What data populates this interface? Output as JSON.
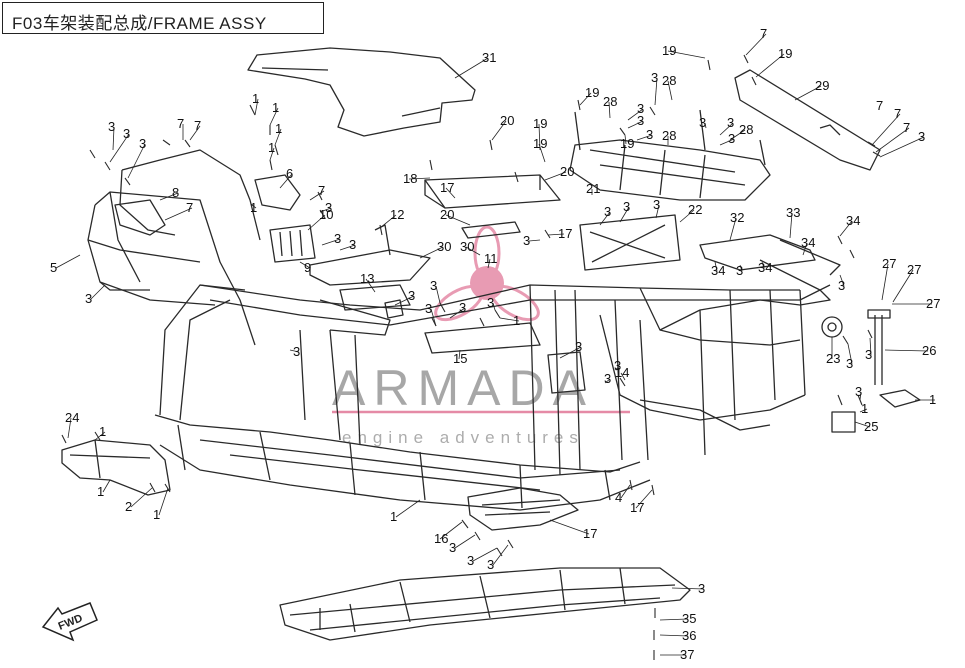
{
  "title": "F03车架装配总成/FRAME ASSY",
  "watermark": {
    "brand": "ARMADA",
    "tagline": "engine adventures",
    "accent_color": "#e58aa6"
  },
  "fwd_label": "FWD",
  "colors": {
    "line": "#2a2a2a",
    "text": "#111111"
  },
  "callouts": [
    "31",
    "19",
    "7",
    "19",
    "29",
    "3",
    "28",
    "19",
    "28",
    "3",
    "3",
    "3",
    "3",
    "3",
    "19",
    "28",
    "3",
    "28",
    "20",
    "19",
    "20",
    "19",
    "18",
    "17",
    "20",
    "21",
    "22",
    "17",
    "3",
    "3",
    "3",
    "3",
    "32",
    "33",
    "34",
    "34",
    "34",
    "3",
    "34",
    "3",
    "1",
    "1",
    "1",
    "1",
    "1",
    "3",
    "3",
    "3",
    "7",
    "7",
    "7",
    "7",
    "3",
    "8",
    "6",
    "7",
    "7",
    "3",
    "3",
    "3",
    "9",
    "10",
    "12",
    "30",
    "30",
    "11",
    "13",
    "3",
    "3",
    "3",
    "3",
    "3",
    "1",
    "5",
    "3",
    "3",
    "14",
    "15",
    "3",
    "27",
    "27",
    "27",
    "26",
    "23",
    "3",
    "3",
    "3",
    "1",
    "1",
    "25",
    "24",
    "1",
    "1",
    "2",
    "1",
    "1",
    "4",
    "17",
    "17",
    "16",
    "3",
    "3",
    "3",
    "3",
    "35",
    "36",
    "37",
    "3",
    "3",
    "7"
  ]
}
